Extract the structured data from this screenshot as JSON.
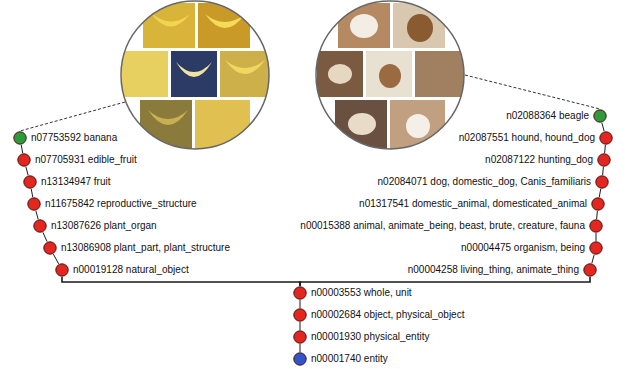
{
  "diagram": {
    "nodes": [
      {
        "text": [
          "n07753592 banana"
        ]
      },
      {
        "text": [
          "n07705931 edible_fruit"
        ]
      },
      {
        "text": [
          "n13134947 fruit"
        ]
      },
      {
        "text": [
          "n11675842 reproductive_structure"
        ]
      },
      {
        "text": [
          "n13087626 plant_organ"
        ]
      },
      {
        "text": [
          "n13086908 plant_part, plant_structure"
        ]
      },
      {
        "text": [
          "n00019128 natural_object"
        ]
      },
      {
        "text": [
          "n02088364 beagle"
        ]
      },
      {
        "text": [
          "n02087551 hound, hound_dog"
        ]
      },
      {
        "text": [
          "n02087122 hunting_dog"
        ]
      },
      {
        "text": [
          "n02084071 dog, domestic_dog, Canis_familiaris"
        ]
      },
      {
        "text": [
          "n01317541 domestic_animal, domesticated_animal"
        ]
      },
      {
        "text": [
          "n00015388 animal, animate_being, beast, brute, creature, fauna"
        ]
      },
      {
        "text": [
          "n00004475 organism, being"
        ]
      },
      {
        "text": [
          "n00004258 living_thing, animate_thing"
        ]
      },
      {
        "text": [
          "n00003553 whole, unit"
        ]
      },
      {
        "text": [
          "n00002684 object, physical_object"
        ]
      },
      {
        "text": [
          "n00001930 physical_entity"
        ]
      },
      {
        "text": [
          "n00001740 entity"
        ]
      }
    ],
    "edges": [
      {
        "from": 0,
        "to": 1,
        "arrow": "none"
      },
      {
        "from": 1,
        "to": 2,
        "arrow": "none"
      },
      {
        "from": 2,
        "to": 3,
        "arrow": "none"
      },
      {
        "from": 3,
        "to": 4,
        "arrow": "none"
      },
      {
        "from": 4,
        "to": 5,
        "arrow": "none"
      },
      {
        "from": 5,
        "to": 6,
        "arrow": "none"
      },
      {
        "from": 6,
        "to": 15,
        "arrow": "none"
      },
      {
        "from": 7,
        "to": 8,
        "arrow": "none"
      },
      {
        "from": 8,
        "to": 9,
        "arrow": "none"
      },
      {
        "from": 9,
        "to": 10,
        "arrow": "none"
      },
      {
        "from": 10,
        "to": 11,
        "arrow": "none"
      },
      {
        "from": 11,
        "to": 12,
        "arrow": "none"
      },
      {
        "from": 12,
        "to": 13,
        "arrow": "none"
      },
      {
        "from": 13,
        "to": 14,
        "arrow": "none"
      },
      {
        "from": 14,
        "to": 15,
        "arrow": "none"
      },
      {
        "from": 15,
        "to": 16,
        "arrow": "none"
      },
      {
        "from": 16,
        "to": 17,
        "arrow": "none"
      },
      {
        "from": 17,
        "to": 18,
        "arrow": "none"
      }
    ]
  }
}
